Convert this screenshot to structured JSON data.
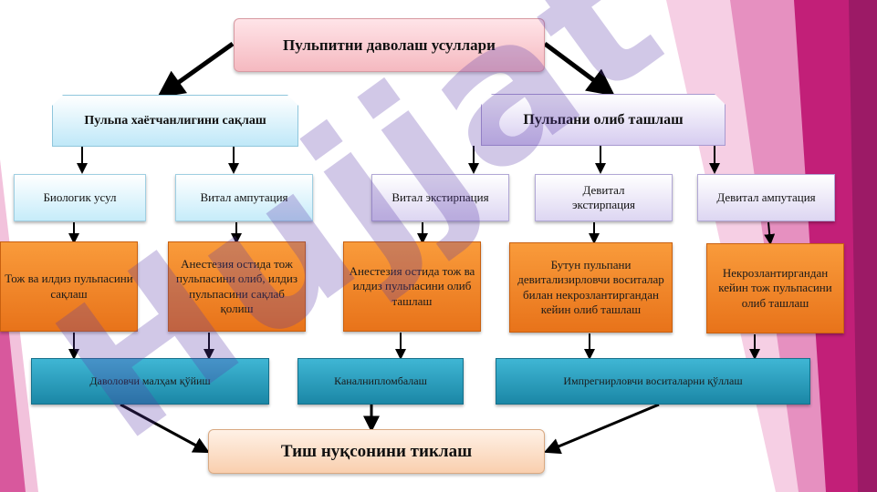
{
  "colors": {
    "pink_band": "#c21f78",
    "magenta": "#9c1a66",
    "light_pink": "#f2c2dc",
    "watermark": "#5a3aa8"
  },
  "watermark": {
    "text": "Hujjat"
  },
  "diagram": {
    "title": "Пульпитни даволаш усуллари",
    "branch_left": "Пульпа хаётчанлигини сақлаш",
    "branch_right": "Пульпани олиб ташлаш",
    "methods": {
      "biologic": "Биологик усул",
      "vital_amputation": "Витал ампутация",
      "vital_extirpation": "Витал экстирпация",
      "devital_extirpation": "Девитал экстирпация",
      "devital_amputation": "Девитал ампутация"
    },
    "steps": {
      "s1": "Тож ва илдиз пульпасини сақлаш",
      "s2": "Анестезия остида тож пульпасини олиб, илдиз пульпасини сақлаб қолиш",
      "s3": "Анестезия остида тож ва илдиз пульпасини олиб ташлаш",
      "s4": "Бутун пульпани девитализирловчи воситалар билан некрозлантиргандан кейин олиб ташлаш",
      "s5": "Некрозлантиргандан кейин тож пульпасини олиб ташлаш"
    },
    "actions": {
      "a1": "Даволовчи малҳам қўйиш",
      "a2": "Каналнипломбалаш",
      "a3": "Импрегнирловчи воситаларни қўллаш"
    },
    "result": "Тиш нуқсонини тиклаш"
  }
}
